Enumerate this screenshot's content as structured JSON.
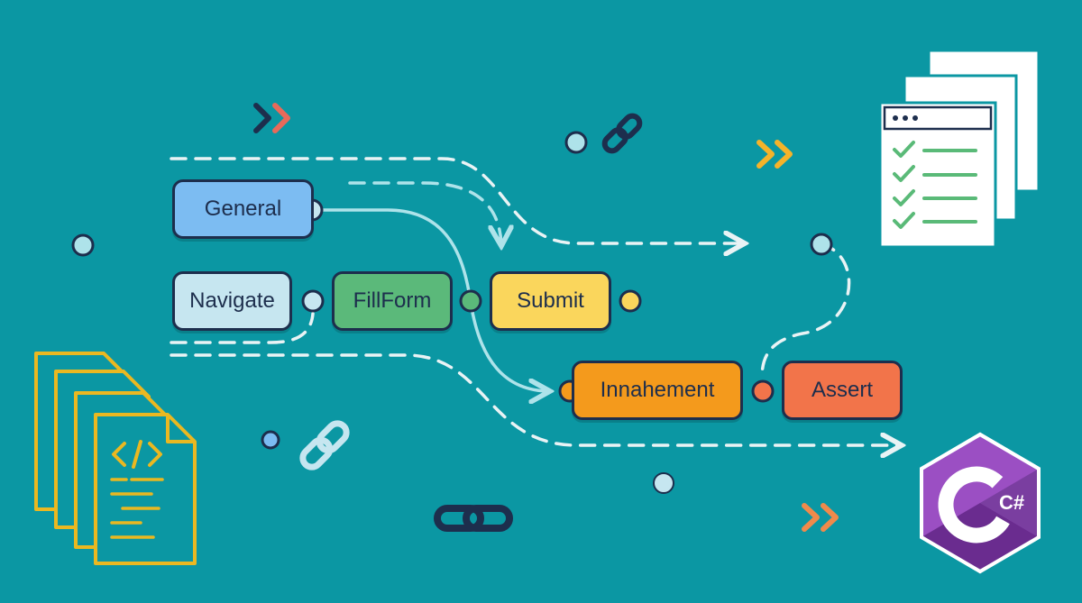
{
  "nodes": {
    "general": {
      "label": "General",
      "color": "#7cbcf2"
    },
    "navigate": {
      "label": "Navigate",
      "color": "#c6e6f0"
    },
    "fillform": {
      "label": "FillForm",
      "color": "#5bb97a"
    },
    "submit": {
      "label": "Submit",
      "color": "#fad65c"
    },
    "innahement": {
      "label": "Innahement",
      "color": "#f49a1c"
    },
    "assert": {
      "label": "Assert",
      "color": "#f2744a"
    }
  },
  "badge": {
    "text": "C#",
    "color": "#7a3ea0"
  },
  "colors": {
    "background": "#0b97a3",
    "outline": "#1d2e4d",
    "dashed": "#e9f3f5",
    "link_flow": "#aee3ea",
    "chevron_yellow": "#f5b32a",
    "chevron_orange": "#f08a4b",
    "chevron_red": "#e86a5a",
    "doc_outline": "#eab821",
    "checkmark": "#5aba78"
  },
  "icons": [
    "chevron-double-icon",
    "chain-link-icon",
    "checklist-document-icon",
    "code-file-icon",
    "csharp-logo-icon",
    "arrow-right-icon"
  ]
}
